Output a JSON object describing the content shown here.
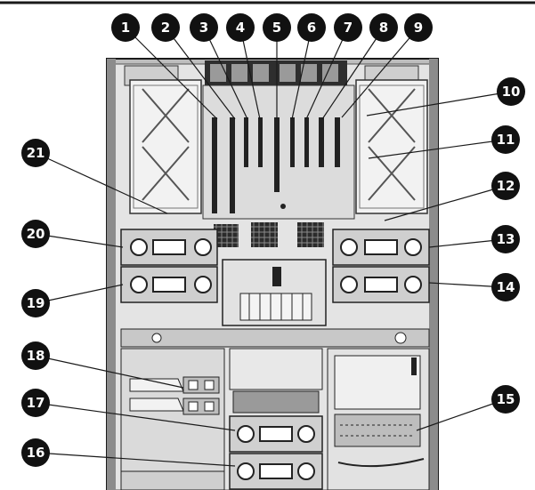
{
  "diagram": {
    "callouts": [
      {
        "label": "1"
      },
      {
        "label": "2"
      },
      {
        "label": "3"
      },
      {
        "label": "4"
      },
      {
        "label": "5"
      },
      {
        "label": "6"
      },
      {
        "label": "7"
      },
      {
        "label": "8"
      },
      {
        "label": "9"
      },
      {
        "label": "10"
      },
      {
        "label": "11"
      },
      {
        "label": "12"
      },
      {
        "label": "13"
      },
      {
        "label": "14"
      },
      {
        "label": "15"
      },
      {
        "label": "16"
      },
      {
        "label": "17"
      },
      {
        "label": "18"
      },
      {
        "label": "19"
      },
      {
        "label": "20"
      },
      {
        "label": "21"
      }
    ],
    "colors": {
      "ink": "#1a1a1a",
      "chassis": "#9a9a9a",
      "panel": "#d4d4d4",
      "light": "#ececec",
      "dark": "#3a3a3a",
      "callout_fill": "#111111"
    }
  }
}
